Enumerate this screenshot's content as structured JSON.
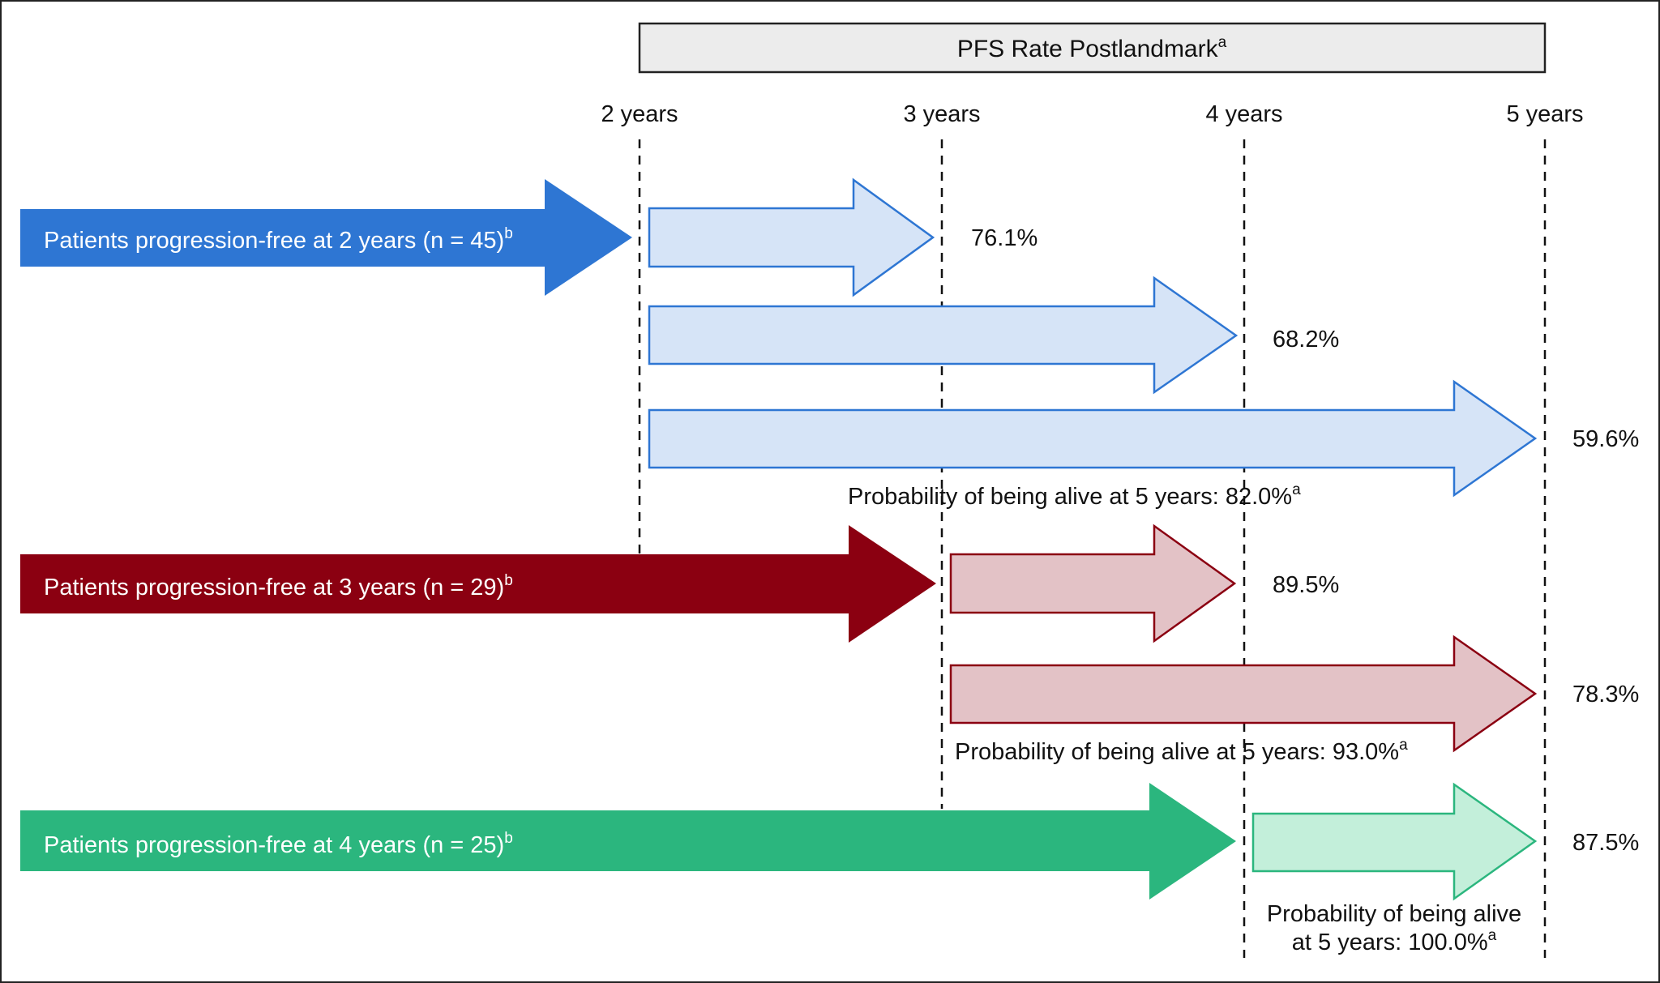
{
  "header": {
    "title": "PFS Rate Postlandmark",
    "title_sup": "a"
  },
  "years": [
    "2 years",
    "3 years",
    "4 years",
    "5 years"
  ],
  "cohorts": [
    {
      "label": "Patients progression-free at 2 years (n = 45)",
      "label_sup": "b",
      "color": "#2e76d3",
      "light_fill": "#d6e4f7",
      "light_stroke": "#2e76d3",
      "rates": [
        "76.1%",
        "68.2%",
        "59.6%"
      ],
      "os_text": "Probability of being alive at 5 years: 82.0%",
      "os_sup": "a"
    },
    {
      "label": "Patients progression-free at 3 years (n = 29)",
      "label_sup": "b",
      "color": "#8b0011",
      "light_fill": "#e3c2c6",
      "light_stroke": "#8b0011",
      "rates": [
        "89.5%",
        "78.3%"
      ],
      "os_text": "Probability of being alive at 5 years: 93.0%",
      "os_sup": "a"
    },
    {
      "label": "Patients progression-free at 4 years (n = 25)",
      "label_sup": "b",
      "color": "#2bb67e",
      "light_fill": "#c3efda",
      "light_stroke": "#2bb67e",
      "rates": [
        "87.5%"
      ],
      "os_line1": "Probability of being alive",
      "os_line2": "at 5 years: 100.0%",
      "os_sup": "a"
    }
  ]
}
